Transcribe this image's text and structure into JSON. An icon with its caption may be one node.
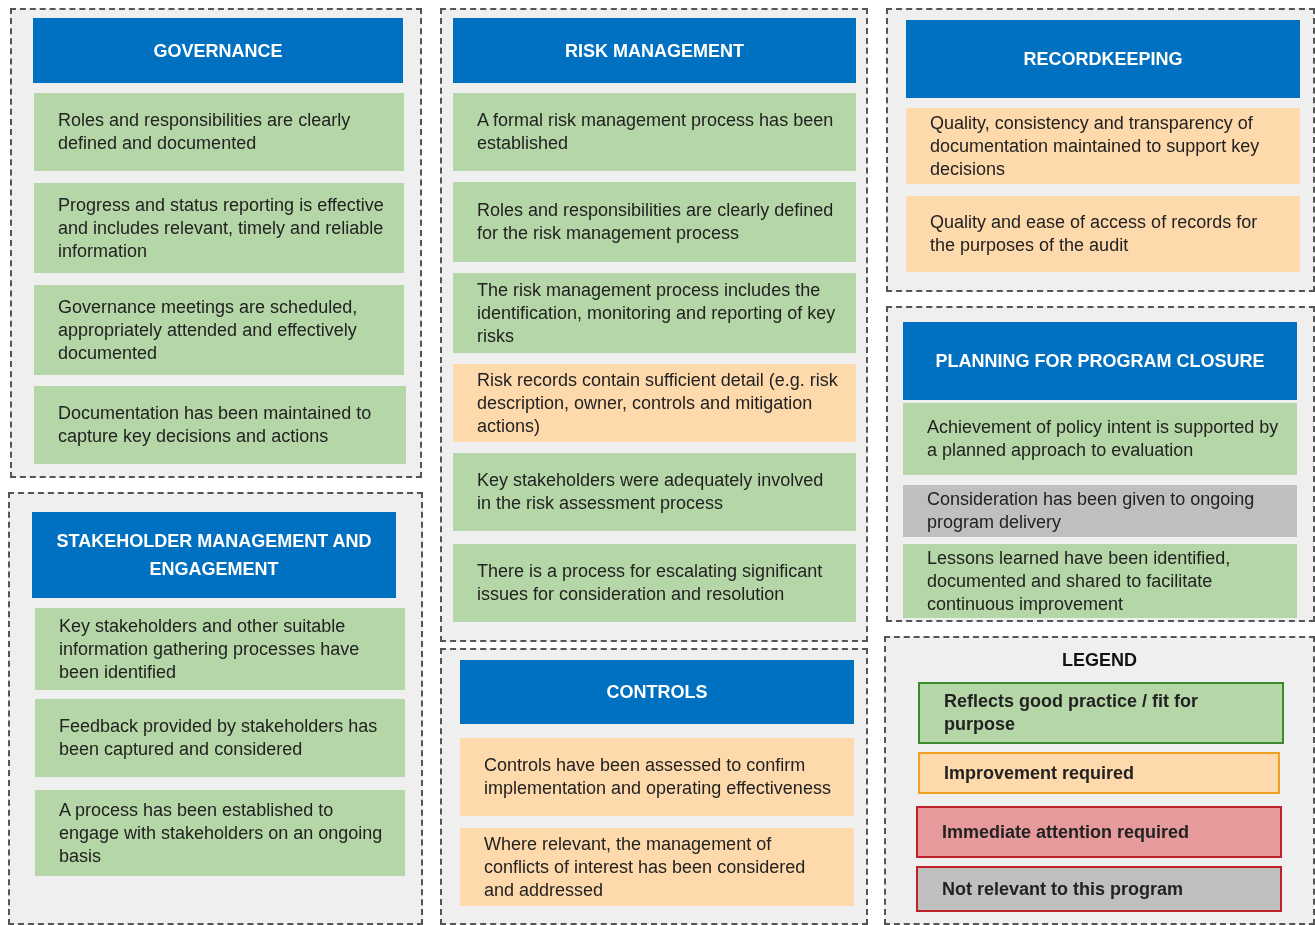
{
  "diagram": {
    "nodes": [
      {
        "text": [
          "GOVERNANCE"
        ]
      },
      {
        "text": [
          "Roles and responsibilities are clearly defined and documented"
        ],
        "in": 0
      },
      {
        "text": [
          "Progress and status reporting is effective and includes relevant, timely and reliable information"
        ],
        "in": 0
      },
      {
        "text": [
          "Governance meetings are scheduled, appropriately attended and effectively documented"
        ],
        "in": 0
      },
      {
        "text": [
          "Documentation has been maintained to capture key decisions and actions"
        ],
        "in": 0
      },
      {
        "text": [
          "STAKEHOLDER MANAGEMENT AND ENGAGEMENT"
        ]
      },
      {
        "text": [
          "Key stakeholders and other suitable information gathering processes have been identified"
        ],
        "in": 5
      },
      {
        "text": [
          "Feedback provided by stakeholders has been captured and considered"
        ],
        "in": 5
      },
      {
        "text": [
          "A process has been established to engage with stakeholders on an ongoing basis"
        ],
        "in": 5
      },
      {
        "text": [
          "RISK MANAGEMENT"
        ]
      },
      {
        "text": [
          "A formal risk management process has been established"
        ],
        "in": 9
      },
      {
        "text": [
          "Roles and responsibilities are clearly defined for the risk management process"
        ],
        "in": 9
      },
      {
        "text": [
          "The risk management process includes the identification, monitoring and reporting of key risks"
        ],
        "in": 9
      },
      {
        "text": [
          "Risk records contain sufficient detail (e.g. risk description, owner, controls and mitigation actions)"
        ],
        "in": 9
      },
      {
        "text": [
          "Key stakeholders were adequately involved in the risk assessment process"
        ],
        "in": 9
      },
      {
        "text": [
          "There is a process for escalating significant issues for consideration and resolution"
        ],
        "in": 9
      },
      {
        "text": [
          "CONTROLS"
        ]
      },
      {
        "text": [
          "Controls have been assessed to confirm implementation and operating effectiveness"
        ],
        "in": 16
      },
      {
        "text": [
          "Where relevant, the management of conflicts of interest has been considered and addressed"
        ],
        "in": 16
      },
      {
        "text": [
          "RECORDKEEPING"
        ]
      },
      {
        "text": [
          "Quality, consistency and transparency of documentation maintained to support key decisions"
        ],
        "in": 19
      },
      {
        "text": [
          "Quality and ease of access of records for the purposes of the audit"
        ],
        "in": 19
      },
      {
        "text": [
          "PLANNING FOR PROGRAM CLOSURE"
        ]
      },
      {
        "text": [
          "Achievement of policy intent is supported by a planned approach to evaluation"
        ],
        "in": 22
      },
      {
        "text": [
          "Consideration has been given to ongoing program delivery"
        ],
        "in": 22
      },
      {
        "text": [
          "Lessons learned have been identified, documented and shared to facilitate continuous improvement"
        ],
        "in": 22
      }
    ],
    "edges": [],
    "labels": [
      "LEGEND"
    ],
    "legend": [
      {
        "text": "Reflects good practice / fit for purpose",
        "color": "#b5d7a8"
      },
      {
        "text": "Improvement required",
        "color": "#fdd9ab"
      },
      {
        "text": "Immediate attention required",
        "color": "#e69a9b"
      },
      {
        "text": "Not relevant to this program",
        "color": "#bfbfbf"
      }
    ]
  }
}
